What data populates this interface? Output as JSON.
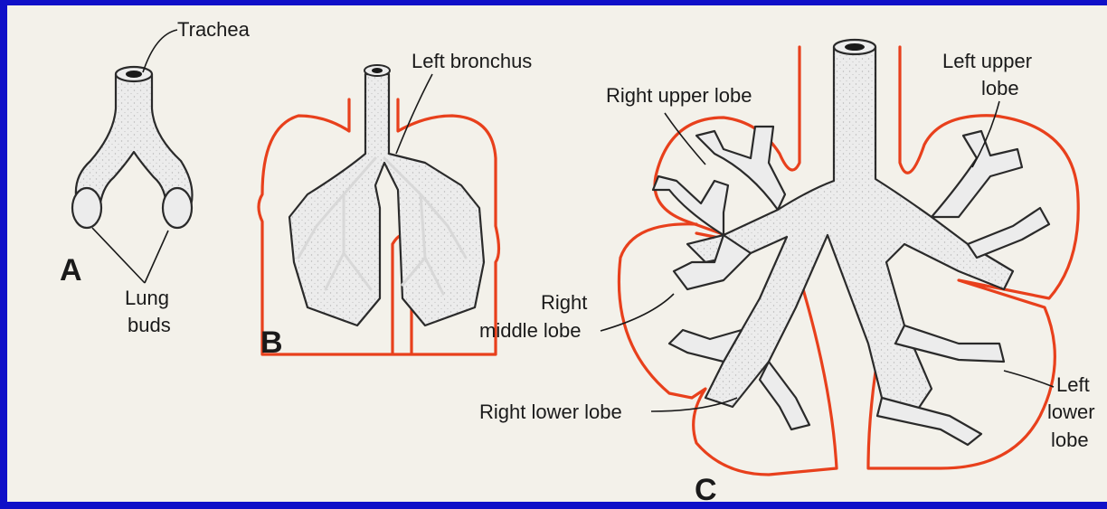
{
  "colors": {
    "border": "#1010c8",
    "paper": "#f3f1ea",
    "pleura": "#e8401c",
    "ink": "#1a1a1a"
  },
  "panels": {
    "a": "A",
    "b": "B",
    "c": "C"
  },
  "labels": {
    "trachea": "Trachea",
    "lung_buds_1": "Lung",
    "lung_buds_2": "buds",
    "left_bronchus": "Left bronchus",
    "right_upper_lobe": "Right upper lobe",
    "left_upper_lobe_1": "Left upper",
    "left_upper_lobe_2": "lobe",
    "right_middle_lobe_1": "Right",
    "right_middle_lobe_2": "middle lobe",
    "right_lower_lobe": "Right lower lobe",
    "left_lower_lobe_1": "Left",
    "left_lower_lobe_2": "lower",
    "left_lower_lobe_3": "lobe"
  }
}
